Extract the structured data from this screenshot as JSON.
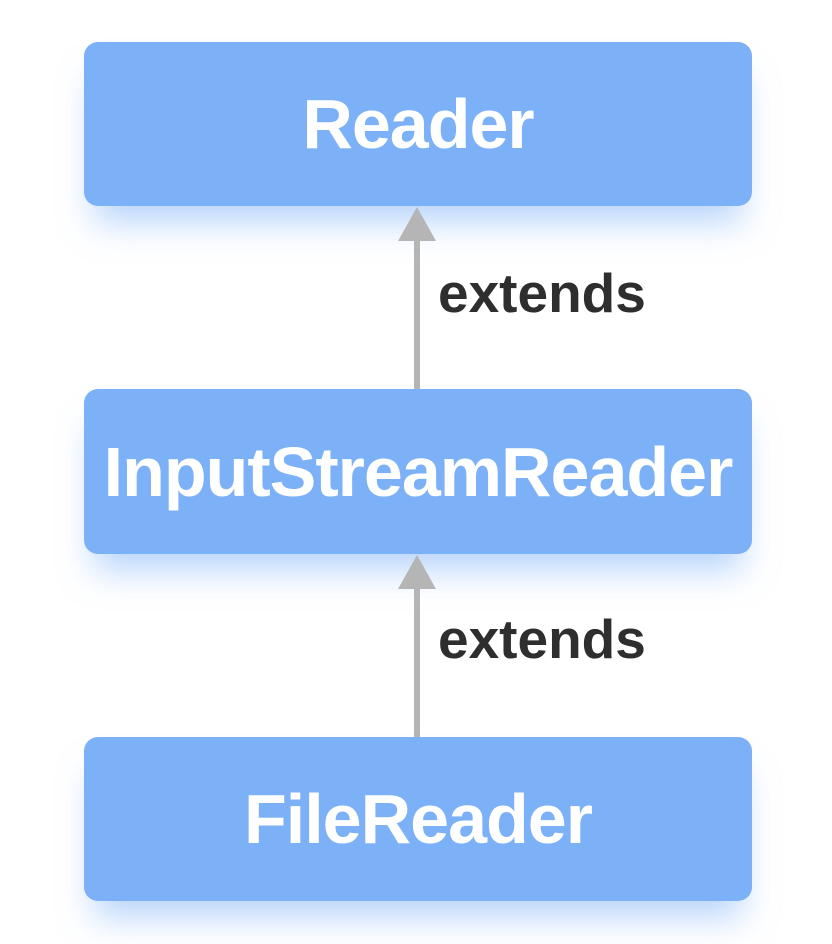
{
  "diagram": {
    "type": "class-hierarchy",
    "nodes": [
      {
        "id": "reader",
        "label": "Reader"
      },
      {
        "id": "inputstreamreader",
        "label": "InputStreamReader"
      },
      {
        "id": "filereader",
        "label": "FileReader"
      }
    ],
    "edges": [
      {
        "from": "inputstreamreader",
        "to": "reader",
        "label": "extends",
        "arrow_direction": "up"
      },
      {
        "from": "filereader",
        "to": "inputstreamreader",
        "label": "extends",
        "arrow_direction": "up"
      }
    ],
    "colors": {
      "node_fill": "#7cb1f7",
      "node_text": "#ffffff",
      "arrow": "#b5b5b5",
      "edge_label_text": "#2e2e2e",
      "background": "#ffffff"
    }
  }
}
